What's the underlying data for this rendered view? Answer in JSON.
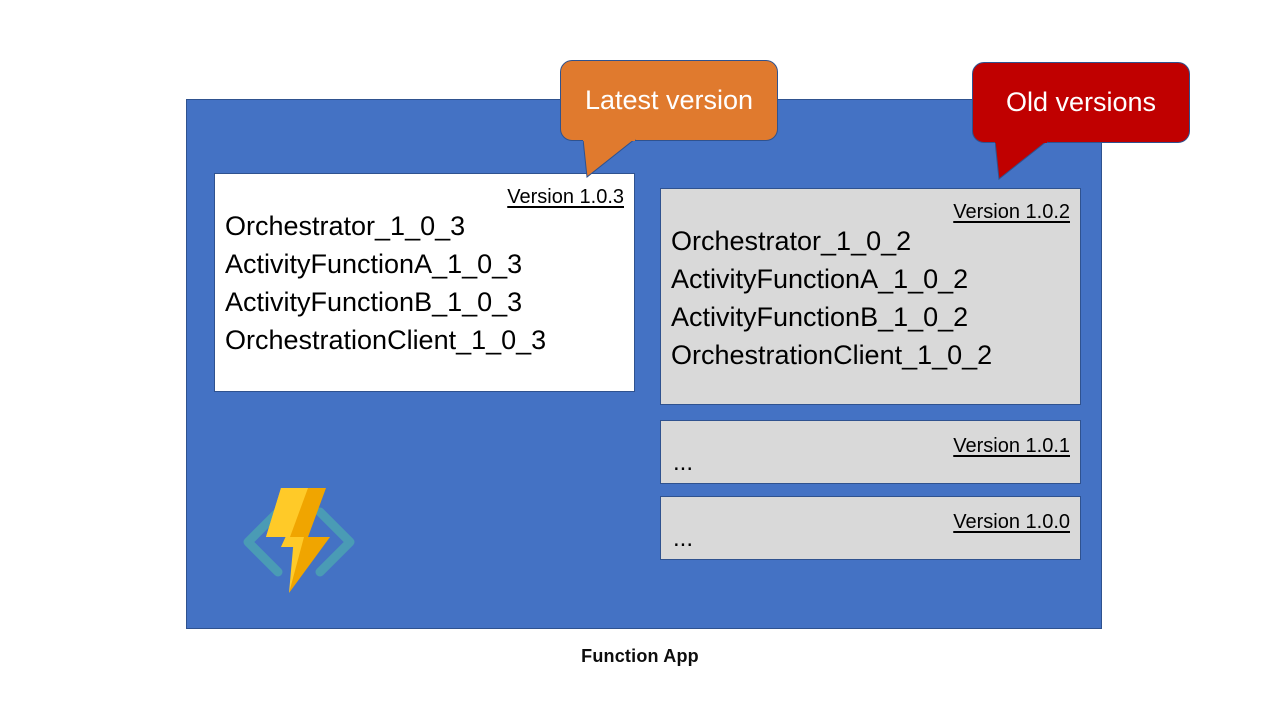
{
  "diagram": {
    "caption": "Function App",
    "colors": {
      "container_blue": "#4472C4",
      "container_border": "#2F528F",
      "latest_card_bg": "#FFFFFF",
      "old_card_bg": "#D9D9D9",
      "callout_latest": "#E07A2E",
      "callout_old": "#C00000",
      "bolt_light": "#FFCA28",
      "bolt_dark": "#F0A500",
      "bracket_teal": "#4A9BB5"
    },
    "callouts": [
      {
        "id": "latest",
        "label": "Latest version"
      },
      {
        "id": "old",
        "label": "Old versions"
      }
    ],
    "logo": {
      "name": "azure-functions-logo"
    },
    "cards": [
      {
        "id": "latest",
        "version_label": "Version 1.0.3",
        "state": "latest",
        "functions": [
          "Orchestrator_1_0_3",
          "ActivityFunctionA_1_0_3",
          "ActivityFunctionB_1_0_3",
          "OrchestrationClient_1_0_3"
        ]
      },
      {
        "id": "old-102",
        "version_label": "Version 1.0.2",
        "state": "old",
        "functions": [
          "Orchestrator_1_0_2",
          "ActivityFunctionA_1_0_2",
          "ActivityFunctionB_1_0_2",
          "OrchestrationClient_1_0_2"
        ]
      },
      {
        "id": "old-101",
        "version_label": "Version 1.0.1",
        "state": "old",
        "ellipsis": "..."
      },
      {
        "id": "old-100",
        "version_label": "Version 1.0.0",
        "state": "old",
        "ellipsis": "..."
      }
    ]
  }
}
